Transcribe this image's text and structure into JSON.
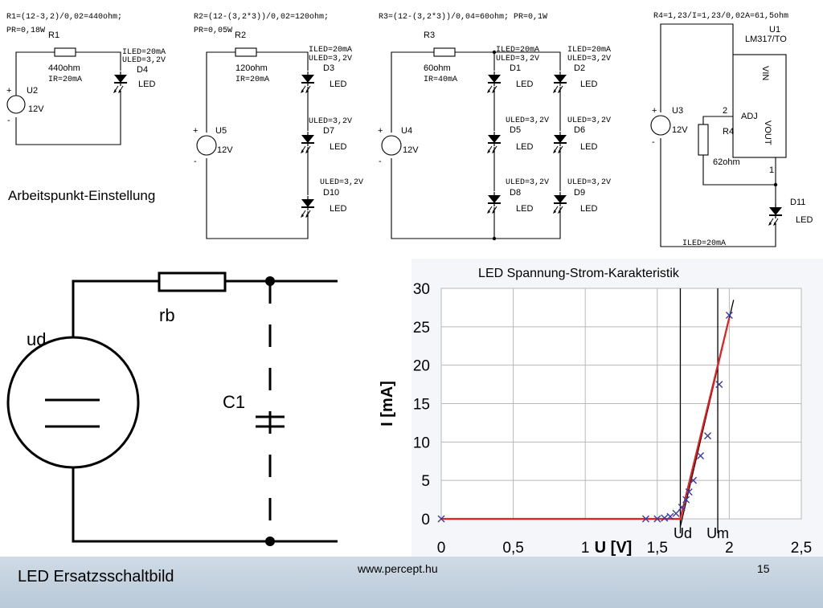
{
  "circuits": {
    "c1": {
      "formula": "R1=(12-3,2)/0,02=440ohm;",
      "power": "PR=0,18W",
      "r_label": "R1",
      "r_value": "440ohm",
      "ir": "IR=20mA",
      "src": "U2",
      "src_v": "12V",
      "iled": "ILED=20mA",
      "uled": "ULED=3,2V",
      "d": "D4",
      "led": "LED"
    },
    "c2": {
      "formula": "R2=(12-(3,2*3))/0,02=120ohm;",
      "power": "PR=0,05W",
      "r_label": "R2",
      "r_value": "120ohm",
      "ir": "IR=20mA",
      "src": "U5",
      "src_v": "12V",
      "iled": "ILED=20mA",
      "uled1": "ULED=3,2V",
      "d1": "D3",
      "uled2": "ULED=3,2V",
      "d2": "D7",
      "uled3": "ULED=3,2V",
      "d3": "D10",
      "led": "LED"
    },
    "c3": {
      "formula": "R3=(12-(3,2*3))/0,04=60ohm; PR=0,1W",
      "r_label": "R3",
      "r_value": "60ohm",
      "ir": "IR=40mA",
      "src": "U4",
      "src_v": "12V",
      "left": {
        "iled": "ILED=20mA",
        "uled1": "ULED=3,2V",
        "d1": "D1",
        "uled2": "ULED=3,2V",
        "d2": "D5",
        "uled3": "ULED=3,2V",
        "d3": "D8"
      },
      "right": {
        "iled": "ILED=20mA",
        "uled1": "ULED=3,2V",
        "d1": "D2",
        "uled2": "ULED=3,2V",
        "d2": "D6",
        "uled3": "ULED=3,2V",
        "d3": "D9"
      },
      "led": "LED"
    },
    "c4": {
      "formula": "R4=1,23/I=1,23/0,02A=61,5ohm",
      "reg": "U1",
      "reg_type": "LM317/TO",
      "vin": "VIN",
      "adj": "ADJ",
      "vout": "VOUT",
      "pin2": "2",
      "pin1": "1",
      "r_label": "R4",
      "r_value": "62ohm",
      "src": "U3",
      "src_v": "12V",
      "d": "D11",
      "led": "LED",
      "iled": "ILED=20mA"
    }
  },
  "labels": {
    "operating_point": "Arbeitspunkt-Einstellung",
    "ud": "ud",
    "rb": "rb",
    "c1": "C1",
    "equivalent": "LED Ersatzsschaltbild",
    "website": "www.percept.hu",
    "page": "15",
    "plus": "+",
    "minus": "-"
  },
  "chart_data": {
    "type": "scatter",
    "title": "LED Spannung-Strom-Karakteristik",
    "xlabel": "U [V]",
    "ylabel": "I [mA]",
    "xlim": [
      0,
      2.5
    ],
    "ylim": [
      0,
      30
    ],
    "xticks": [
      0,
      0.5,
      1,
      1.5,
      2,
      2.5
    ],
    "xtick_labels": [
      "0",
      "0,5",
      "1",
      "1,5",
      "2",
      "2,5"
    ],
    "yticks": [
      0,
      5,
      10,
      15,
      20,
      25,
      30
    ],
    "grid": true,
    "measured": {
      "x": [
        0,
        1.42,
        1.5,
        1.55,
        1.59,
        1.63,
        1.67,
        1.7,
        1.72,
        1.75,
        1.8,
        1.85,
        1.93,
        2.0
      ],
      "y": [
        0,
        0,
        0,
        0.1,
        0.3,
        0.7,
        1.5,
        2.5,
        3.5,
        5,
        8.2,
        10.8,
        17.5,
        26.5
      ],
      "marker": "x",
      "color": "#3a3aa0"
    },
    "model_line": {
      "x": [
        0,
        1.66,
        1.92,
        2.0
      ],
      "y": [
        0,
        0,
        20,
        26.2
      ],
      "color": "#ee1c1c"
    },
    "tangent_line": {
      "x": [
        1.66,
        2.03
      ],
      "y": [
        -1,
        28.5
      ],
      "color": "#000000"
    },
    "vlines": [
      {
        "x": 1.66,
        "label": "Ud"
      },
      {
        "x": 1.92,
        "label": "Um"
      }
    ]
  }
}
